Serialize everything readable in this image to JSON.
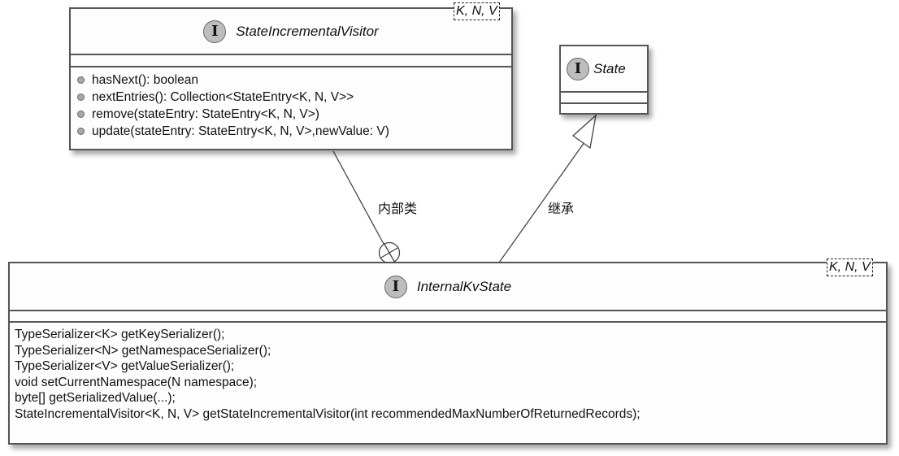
{
  "diagram": {
    "classes": [
      {
        "id": "state-incremental-visitor",
        "stereotype_icon": "interface-icon",
        "badge": "I",
        "name": "StateIncrementalVisitor",
        "generics": "K, N, V",
        "members": [
          "hasNext(): boolean",
          "nextEntries(): Collection<StateEntry<K, N, V>>",
          "remove(stateEntry: StateEntry<K, N, V>)",
          "update(stateEntry: StateEntry<K, N, V>,newValue: V)"
        ]
      },
      {
        "id": "state",
        "stereotype_icon": "interface-icon",
        "badge": "I",
        "name": "State",
        "members": []
      },
      {
        "id": "internal-kv-state",
        "stereotype_icon": "interface-icon",
        "badge": "I",
        "name": "InternalKvState",
        "generics": "K, N, V",
        "members": [
          "TypeSerializer<K> getKeySerializer();",
          "TypeSerializer<N> getNamespaceSerializer();",
          "TypeSerializer<V> getValueSerializer();",
          "void setCurrentNamespace(N namespace);",
          "byte[] getSerializedValue(...);",
          "StateIncrementalVisitor<K, N, V> getStateIncrementalVisitor(int recommendedMaxNumberOfReturnedRecords);"
        ]
      }
    ],
    "relations": [
      {
        "type": "nested-class",
        "from": "StateIncrementalVisitor",
        "to": "InternalKvState",
        "label": "内部类"
      },
      {
        "type": "inheritance",
        "from": "InternalKvState",
        "to": "State",
        "label": "继承"
      }
    ],
    "colors": {
      "border": "#555555",
      "badge": "#bdbdbd",
      "background": "#fdfdfd"
    }
  }
}
